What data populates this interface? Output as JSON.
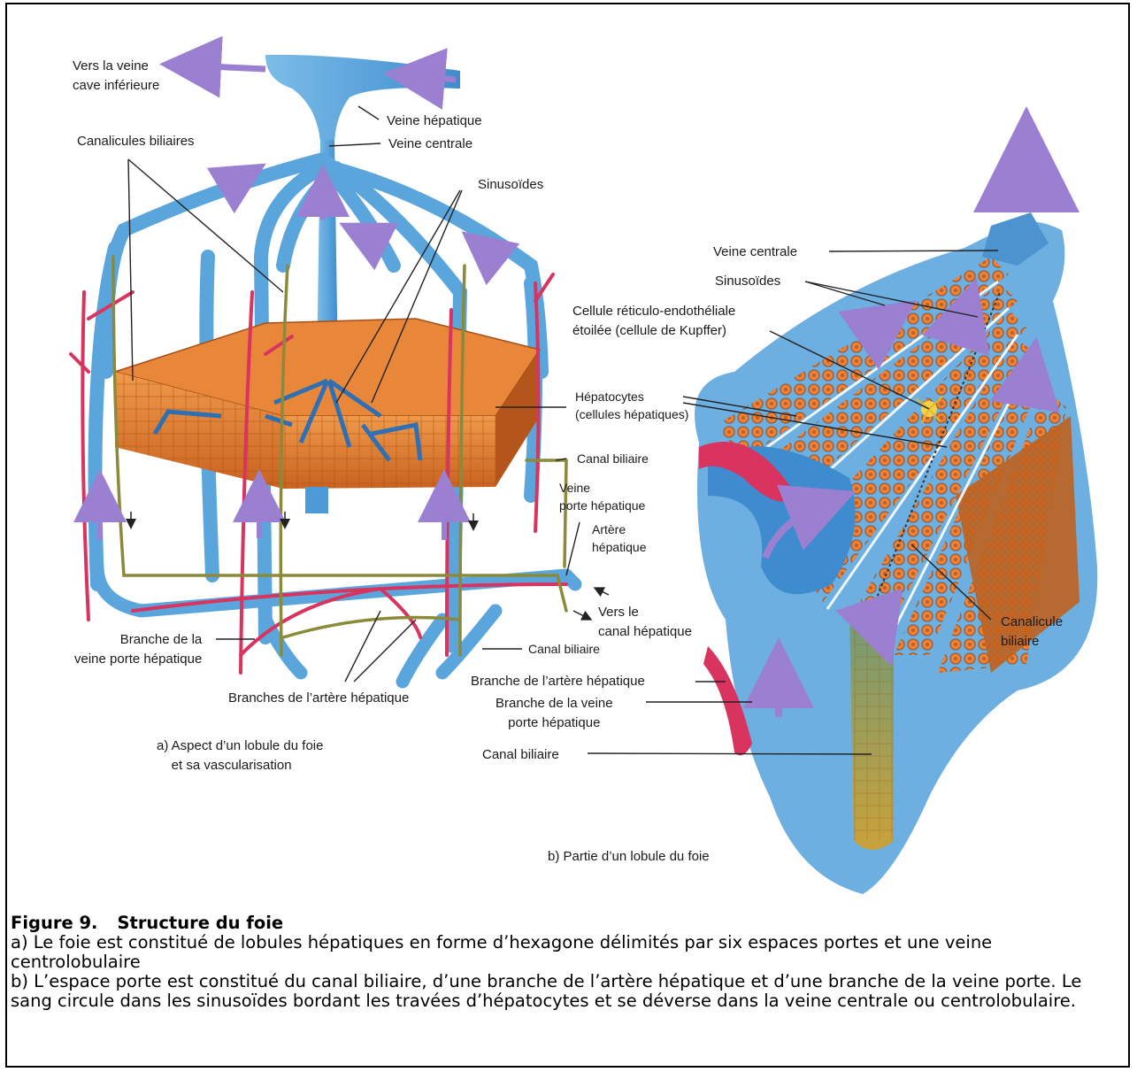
{
  "labels_a": {
    "vers_veine_cave": "Vers la veine\ncave inférieure",
    "veine_hepatique": "Veine hépatique",
    "veine_centrale": "Veine centrale",
    "canalicules_biliaires": "Canalicules biliaires",
    "sinusoides": "Sinusoïdes",
    "hepatocytes": "Hépatocytes\n(cellules hépatiques)",
    "canal_biliaire_1": "Canal biliaire",
    "veine_porte_hepatique": "Veine\nporte hépatique",
    "artere_hepatique": "Artère\nhépatique",
    "vers_canal_hepatique": "Vers le\ncanal hépatique",
    "canal_biliaire_2": "Canal biliaire",
    "branche_veine_porte": "Branche de la\nveine porte hépatique",
    "branches_artere": "Branches de l’artère hépatique",
    "caption_a": "a) Aspect d’un lobule du foie\n    et sa vascularisation"
  },
  "labels_b": {
    "veine_centrale": "Veine centrale",
    "sinusoides": "Sinusoïdes",
    "kupffer": "Cellule réticulo-endothéliale\nétoilée (cellule de Kupffer)",
    "canalicule_biliaire": "Canalicule\nbiliaire",
    "branche_artere": "Branche de l’artère hépatique",
    "branche_veine_porte": "Branche de la veine\nporte hépatique",
    "canal_biliaire": "Canal biliaire",
    "caption_b": "b) Partie d’un lobule du foie"
  },
  "caption": {
    "number": "Figure 9.",
    "title": "Structure du foie",
    "para_a": "a)  Le foie est constitué de lobules hépatiques en forme d’hexagone délimités par six espaces portes et une veine centrolobulaire",
    "para_b": "b)  L’espace porte est constitué du canal biliaire, d’une branche de l’artère hépatique et d’une branche de la veine porte. Le sang circule dans les sinusoïdes bordant les travées d’hépatocytes et se déverse dans la veine centrale ou centrolobulaire."
  },
  "colors": {
    "vein": "#5aa6dc",
    "vein_dark": "#2f6fb3",
    "artery": "#d8345f",
    "bile": "#8a8a3a",
    "liver": "#e07a2e",
    "liver_dark": "#b4561c",
    "flow_arrow": "#9b7fd0"
  }
}
